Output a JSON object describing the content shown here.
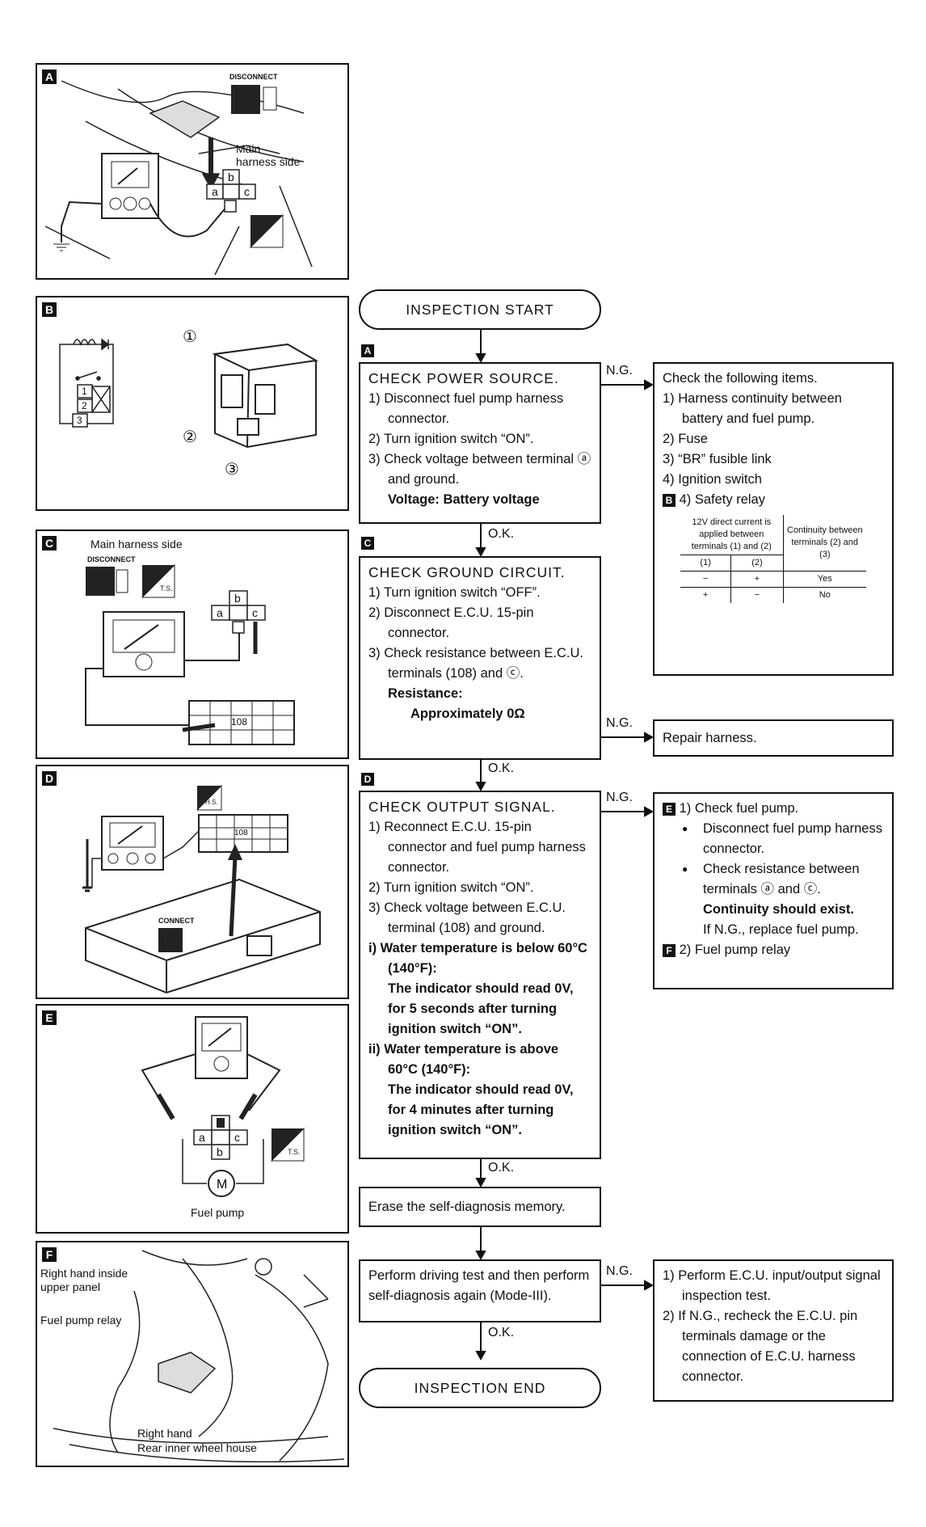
{
  "panels": {
    "a": {
      "tag": "A",
      "disconnect": "DISCONNECT",
      "harness_label": "Main harness side",
      "ts": "T.S."
    },
    "b": {
      "tag": "B",
      "pins": [
        "1",
        "2",
        "3"
      ],
      "circ_pins": [
        "①",
        "②",
        "③"
      ]
    },
    "c": {
      "tag": "C",
      "title": "Main harness side",
      "disconnect": "DISCONNECT",
      "ts": "T.S.",
      "terminal": "108"
    },
    "d": {
      "tag": "D",
      "connect": "CONNECT",
      "hs": "H.S.",
      "terminal": "108"
    },
    "e": {
      "tag": "E",
      "caption": "Fuel pump",
      "ts": "T.S."
    },
    "f": {
      "tag": "F",
      "label_upper_panel": "Right hand inside upper panel",
      "label_relay": "Fuel pump relay",
      "label_wheel_house_1": "Right hand",
      "label_wheel_house_2": "Rear inner wheel house"
    }
  },
  "terminals": {
    "a": "a",
    "b": "b",
    "c": "c"
  },
  "flow": {
    "start": "INSPECTION START",
    "end": "INSPECTION END",
    "ng": "N.G.",
    "ok": "O.K.",
    "tag_a": "A",
    "tag_c": "C",
    "tag_d": "D",
    "power": {
      "title": "CHECK POWER SOURCE.",
      "s1": "1) Disconnect fuel pump harness connector.",
      "s2": "2) Turn ignition switch “ON”.",
      "s3": "3) Check voltage between terminal ⓐ and ground.",
      "spec": "Voltage: Battery voltage"
    },
    "ground": {
      "title": "CHECK GROUND CIRCUIT.",
      "s1": "1) Turn ignition switch “OFF”.",
      "s2": "2) Disconnect E.C.U. 15-pin connector.",
      "s3": "3) Check resistance between E.C.U. terminals (108) and ⓒ.",
      "spec1": "Resistance:",
      "spec2": "Approximately 0Ω"
    },
    "output": {
      "title": "CHECK OUTPUT SIGNAL.",
      "s1": "1) Reconnect E.C.U. 15-pin connector and fuel pump harness connector.",
      "s2": "2) Turn ignition switch “ON”.",
      "s3": "3) Check voltage between E.C.U. terminal (108) and ground.",
      "i_cond": "i) Water temperature is below 60°C (140°F):",
      "i_text": "The indicator should read 0V, for 5 seconds after turning ignition switch “ON”.",
      "ii_cond": "ii) Water temperature is above 60°C (140°F):",
      "ii_text": "The indicator should read 0V, for 4 minutes after turning ignition switch “ON”."
    },
    "erase": "Erase the self-diagnosis memory.",
    "driving": "Perform driving test and then perform self-diagnosis again (Mode-III)."
  },
  "right": {
    "check_items": {
      "heading": "Check the following items.",
      "i1": "1) Harness continuity between battery and fuel pump.",
      "i2": "2) Fuse",
      "i3": "3) “BR” fusible link",
      "i4": "4) Ignition switch",
      "i5_tag": "B",
      "i5": "4) Safety relay"
    },
    "relay_table": {
      "h1": "12V direct current is applied between terminals (1) and (2)",
      "h2": "Continuity between terminals (2) and (3)",
      "c1": "(1)",
      "c2": "(2)",
      "r1": [
        "−",
        "+",
        "Yes"
      ],
      "r2": [
        "+",
        "−",
        "No"
      ]
    },
    "repair": "Repair harness.",
    "pump": {
      "tag_e": "E",
      "l1": "1) Check fuel pump.",
      "b1": "Disconnect fuel pump harness connector.",
      "b2": "Check resistance between terminals ⓐ and ⓒ.",
      "spec": "Continuity should exist.",
      "ifng": "If N.G., replace fuel pump.",
      "tag_f": "F",
      "l2": "2) Fuel pump relay"
    },
    "final": {
      "l1": "1) Perform E.C.U. input/output signal inspection test.",
      "l2": "2) If N.G., recheck the E.C.U. pin terminals damage or the connection of E.C.U. harness connector."
    }
  }
}
